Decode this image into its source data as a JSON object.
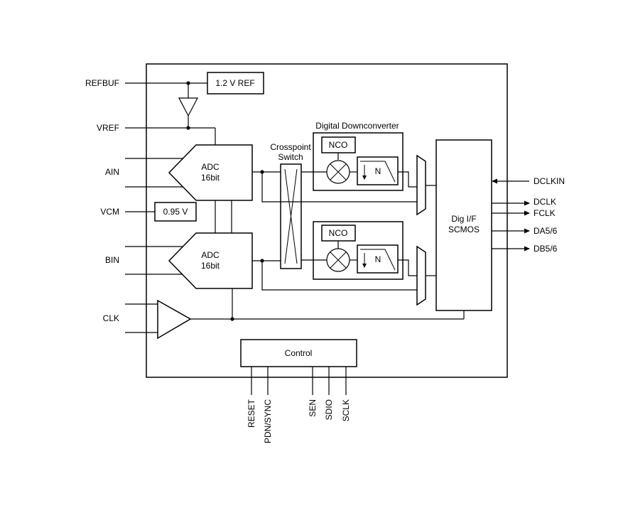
{
  "pins_left": {
    "refbuf": "REFBUF",
    "vref": "VREF",
    "ain": "AIN",
    "vcm": "VCM",
    "bin": "BIN",
    "clk": "CLK"
  },
  "pins_right": {
    "dclkin": "DCLKIN",
    "dclk": "DCLK",
    "fclk": "FCLK",
    "da": "DA5/6",
    "db": "DB5/6"
  },
  "pins_bottom": {
    "reset": "RESET",
    "pdn_sync": "PDN/SYNC",
    "sen": "SEN",
    "sdio": "SDIO",
    "sclk": "SCLK"
  },
  "blocks": {
    "ref_1v2": "1.2 V REF",
    "vcm_095": "0.95 V",
    "adc_a_line1": "ADC",
    "adc_a_line2": "16bit",
    "adc_b_line1": "ADC",
    "adc_b_line2": "16bit",
    "crosspoint_line1": "Crosspoint",
    "crosspoint_line2": "Switch",
    "ddc_title": "Digital Downconverter",
    "nco_a": "NCO",
    "nco_b": "NCO",
    "filter_a": "N",
    "filter_b": "N",
    "dig_if_line1": "Dig I/F",
    "dig_if_line2": "SCMOS",
    "control": "Control"
  }
}
